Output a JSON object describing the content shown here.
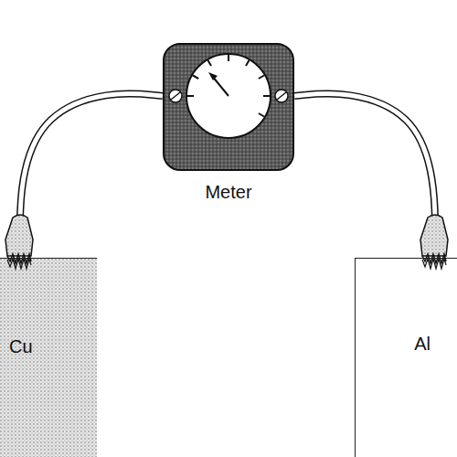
{
  "diagram": {
    "nodes": [
      {
        "text": [
          "Meter"
        ]
      },
      {
        "text": [
          "Cu"
        ]
      },
      {
        "text": [
          "Al"
        ]
      }
    ],
    "edges": [
      {
        "from": 0,
        "to": 1,
        "arrow": "none"
      },
      {
        "from": 0,
        "to": 2,
        "arrow": "none"
      }
    ]
  }
}
